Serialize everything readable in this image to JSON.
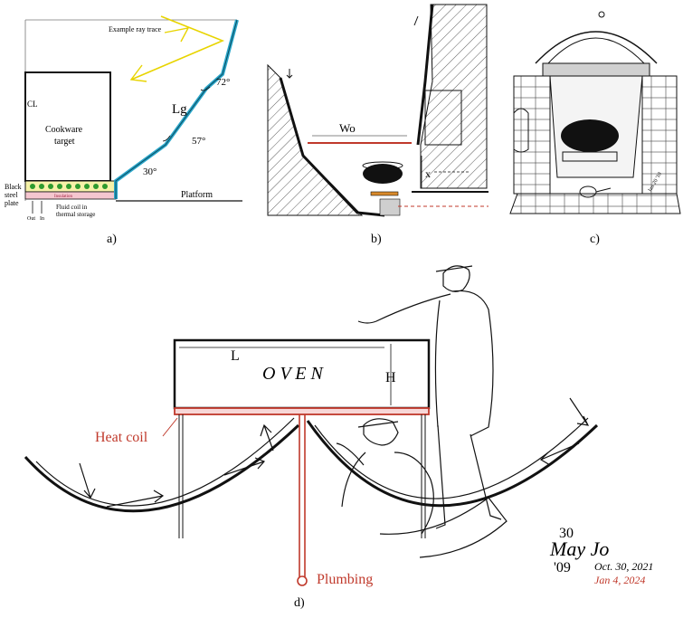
{
  "colors": {
    "ink": "#111111",
    "accent": "#c0392b",
    "mirror": "#2aa6c9",
    "ray": "#e8d400",
    "storage": "#f6f2a8",
    "beads": "#2e9b2e",
    "insulation": "#f5c6cf"
  },
  "panel_a": {
    "caption": "a)",
    "ray_label": "Example ray trace",
    "cl": "CL",
    "cookware_1": "Cookware",
    "cookware_2": "target",
    "lg": "Lg",
    "angle_72": "72°",
    "angle_57": "57°",
    "angle_30": "30°",
    "platform": "Platform",
    "black_1": "Black",
    "black_2": "steel",
    "black_3": "plate",
    "insulation": "Insulation",
    "fluid_1": "Fluid coil in",
    "fluid_2": "thermal storage",
    "out": "Out",
    "in": "In"
  },
  "panel_b": {
    "caption": "b)",
    "wo": "Wo",
    "x": "x"
  },
  "panel_c": {
    "caption": "c)",
    "signature": "Jan 20 '10"
  },
  "panel_d": {
    "caption": "d)",
    "oven": "O V E N",
    "l": "L",
    "h": "H",
    "heat_coil": "Heat coil",
    "plumbing": "Plumbing",
    "date1": "Oct. 30, 2021",
    "date2": "Jan 4, 2024",
    "sig_top": "30",
    "sig_main": "May Jo",
    "sig_year": "'09"
  }
}
